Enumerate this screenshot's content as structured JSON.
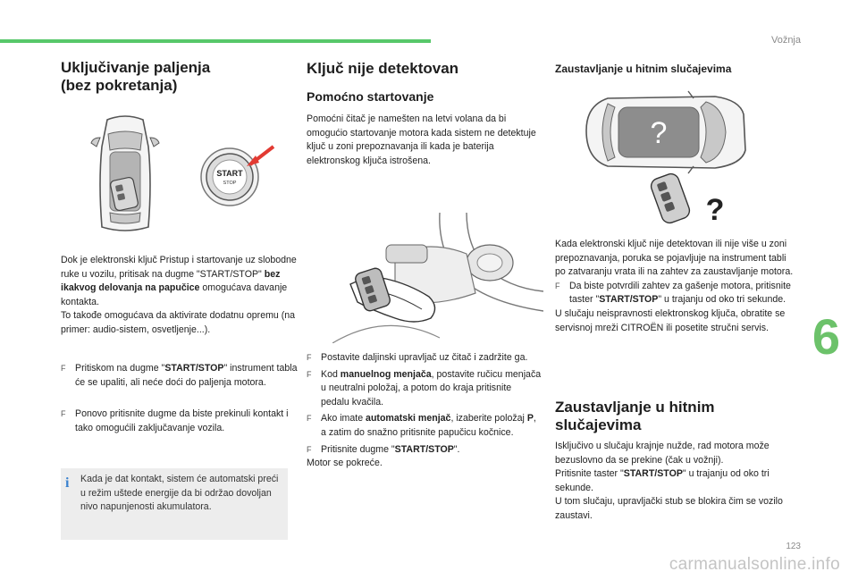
{
  "header": {
    "title": "Vožnja"
  },
  "chapter_number": "6",
  "page_number": "123",
  "watermark": "carmanualsonline.info",
  "col1": {
    "title_line1": "Uključivanje paljenja",
    "title_line2": "(bez pokretanja)",
    "figure_button_label1": "START",
    "figure_button_label2": "STOP",
    "p1_a": "Dok je elektronski ključ Pristup i startovanje uz slobodne ruke u vozilu, pritisak na dugme \"START/STOP\" ",
    "p1_b": "bez ikakvog delovanja na papučice",
    "p1_c": " omogućava davanje kontakta.",
    "p1_d": "To takođe omogućava da aktivirate dodatnu opremu (na primer: audio-sistem, osvetljenje...).",
    "b1_a": "Pritiskom na dugme \"",
    "b1_b": "START/STOP",
    "b1_c": "\" instrument tabla će se upaliti, ali neće doći do paljenja motora.",
    "b2": "Ponovo pritisnite dugme da biste prekinuli kontakt i tako omogućili zaključavanje vozila.",
    "info_icon": "i",
    "info": "Kada je dat kontakt, sistem će automatski preći u režim uštede energije da bi održao dovoljan nivo napunjenosti akumulatora."
  },
  "col2": {
    "title": "Ključ nije detektovan",
    "subtitle": "Pomoćno startovanje",
    "p1": "Pomoćni čitač je namešten na letvi volana da bi omogućio startovanje motora kada sistem ne detektuje ključ u zoni prepoznavanja ili kada je baterija elektronskog ključa istrošena.",
    "b1": "Postavite daljinski upravljač uz čitač i zadržite ga.",
    "b2_a": "Kod ",
    "b2_b": "manuelnog menjača",
    "b2_c": ", postavite ručicu menjača u neutralni položaj, a potom do kraja pritisnite pedalu kvačila.",
    "b3_a": "Ako imate ",
    "b3_b": "automatski menjač",
    "b3_c": ", izaberite položaj ",
    "b3_d": "P",
    "b3_e": ", a zatim do snažno pritisnite papučicu kočnice.",
    "b4_a": "Pritisnite dugme \"",
    "b4_b": "START/STOP",
    "b4_c": "\".",
    "p_end": "Motor se pokreće."
  },
  "col3": {
    "title": "Zaustavljanje u hitnim slučajevima",
    "figure_question_car": "?",
    "figure_question_key": "?",
    "p1": "Kada elektronski ključ nije detektovan ili nije više u zoni prepoznavanja, poruka se pojavljuje na instrument tabli po zatvaranju vrata ili na zahtev za zaustavljanje motora.",
    "b1_a": "Da biste potvrdili zahtev za gašenje motora, pritisnite taster \"",
    "b1_b": "START/STOP",
    "b1_c": "\" u trajanju od oko tri sekunde.",
    "p2": "U slučaju neispravnosti elektronskog ključa, obratite se servisnoj mreži CITROËN ili posetite stručni servis.",
    "title2_line1": "Zaustavljanje u hitnim",
    "title2_line2": "slučajevima",
    "p3": "Isključivo u slučaju krajnje nužde, rad motora može bezuslovno da se prekine (čak u vožnji).",
    "p4_a": "Pritisnite taster \"",
    "p4_b": "START/STOP",
    "p4_c": "\" u trajanju od oko tri sekunde.",
    "p5": "U tom slučaju, upravljački stub se blokira čim se vozilo zaustavi."
  },
  "bullet_symbol": "F",
  "colors": {
    "accent_green": "#58c86a",
    "chapter_green": "#6cc26a",
    "info_blue": "#3a82cf",
    "alert_red": "#e23a32",
    "info_box_bg": "#ededed"
  }
}
